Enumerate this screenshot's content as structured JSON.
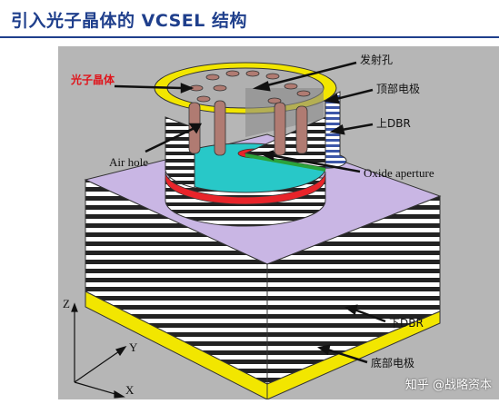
{
  "page": {
    "title": "引入光子晶体的 VCSEL 结构"
  },
  "diagram": {
    "labels": {
      "photonic_crystal": "光子晶体",
      "emission_hole": "发射孔",
      "top_electrode": "顶部电极",
      "upper_dbr": "上DBR",
      "air_hole": "Air hole",
      "oxide_aperture": "Oxide aperture",
      "lower_dbr": "下DBR",
      "bottom_electrode": "底部电极"
    },
    "axes": {
      "z": "Z",
      "y": "Y",
      "x": "X"
    },
    "colors": {
      "dbr_light": "#ffffff",
      "dbr_dark": "#222222",
      "top_face": "#c9b6e4",
      "electrode": "#f2e600",
      "active": "#28c8c8",
      "oxide": "#e8242a",
      "crystal_plate": "#b0b0b0",
      "pillar": "#b07b72",
      "label_red": "#e0141b"
    }
  },
  "watermark": "知乎 @战略资本"
}
